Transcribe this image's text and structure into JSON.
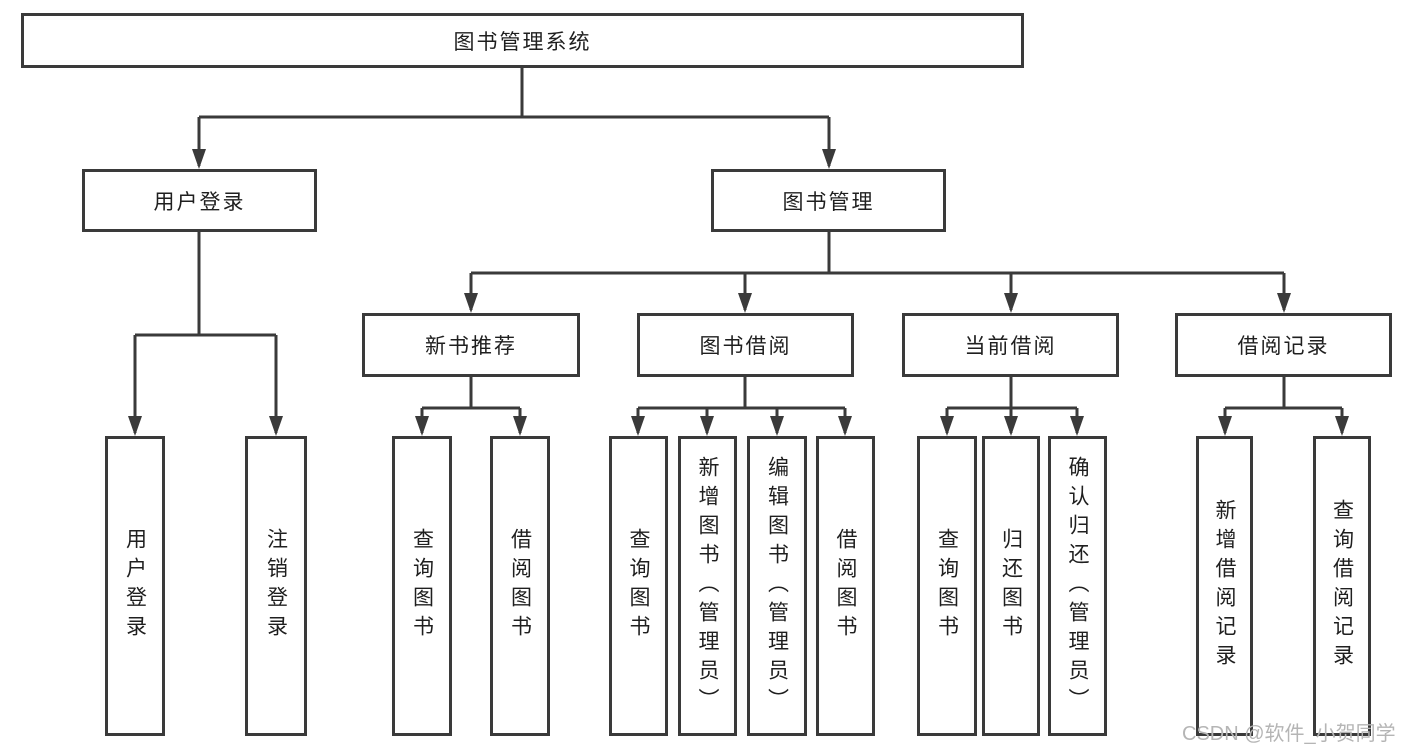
{
  "diagram": {
    "title": "图书管理系统",
    "root": {
      "label": "图书管理系统"
    },
    "level2": [
      {
        "label": "用户登录"
      },
      {
        "label": "图书管理"
      }
    ],
    "level3": [
      {
        "label": "新书推荐"
      },
      {
        "label": "图书借阅"
      },
      {
        "label": "当前借阅"
      },
      {
        "label": "借阅记录"
      }
    ],
    "leaves": [
      {
        "label": "用户登录"
      },
      {
        "label": "注销登录"
      },
      {
        "label": "查询图书"
      },
      {
        "label": "借阅图书"
      },
      {
        "label": "查询图书"
      },
      {
        "label": "新增图书（管理员）"
      },
      {
        "label": "编辑图书（管理员）"
      },
      {
        "label": "借阅图书"
      },
      {
        "label": "查询图书"
      },
      {
        "label": "归还图书"
      },
      {
        "label": "确认归还（管理员）"
      },
      {
        "label": "新增借阅记录"
      },
      {
        "label": "查询借阅记录"
      }
    ]
  },
  "watermark": {
    "text": "CSDN @软件_小贺同学"
  },
  "colors": {
    "line": "#3a3a3a",
    "box_border": "#3a3a3a",
    "text": "#1f1f1f",
    "watermark_text": "#b5b5b5",
    "background": "#ffffff"
  }
}
